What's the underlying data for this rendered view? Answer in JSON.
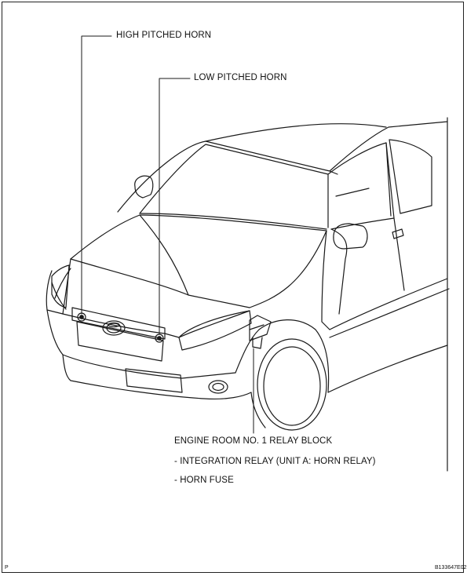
{
  "callouts": {
    "high_pitched_horn": "HIGH PITCHED HORN",
    "low_pitched_horn": "LOW PITCHED HORN",
    "relay_block": "ENGINE ROOM NO. 1 RELAY BLOCK",
    "integration_relay": "- INTEGRATION RELAY (UNIT A: HORN RELAY)",
    "horn_fuse": "- HORN FUSE"
  },
  "footer": {
    "corner_mark": "P",
    "figure_id": "B133647E02"
  }
}
